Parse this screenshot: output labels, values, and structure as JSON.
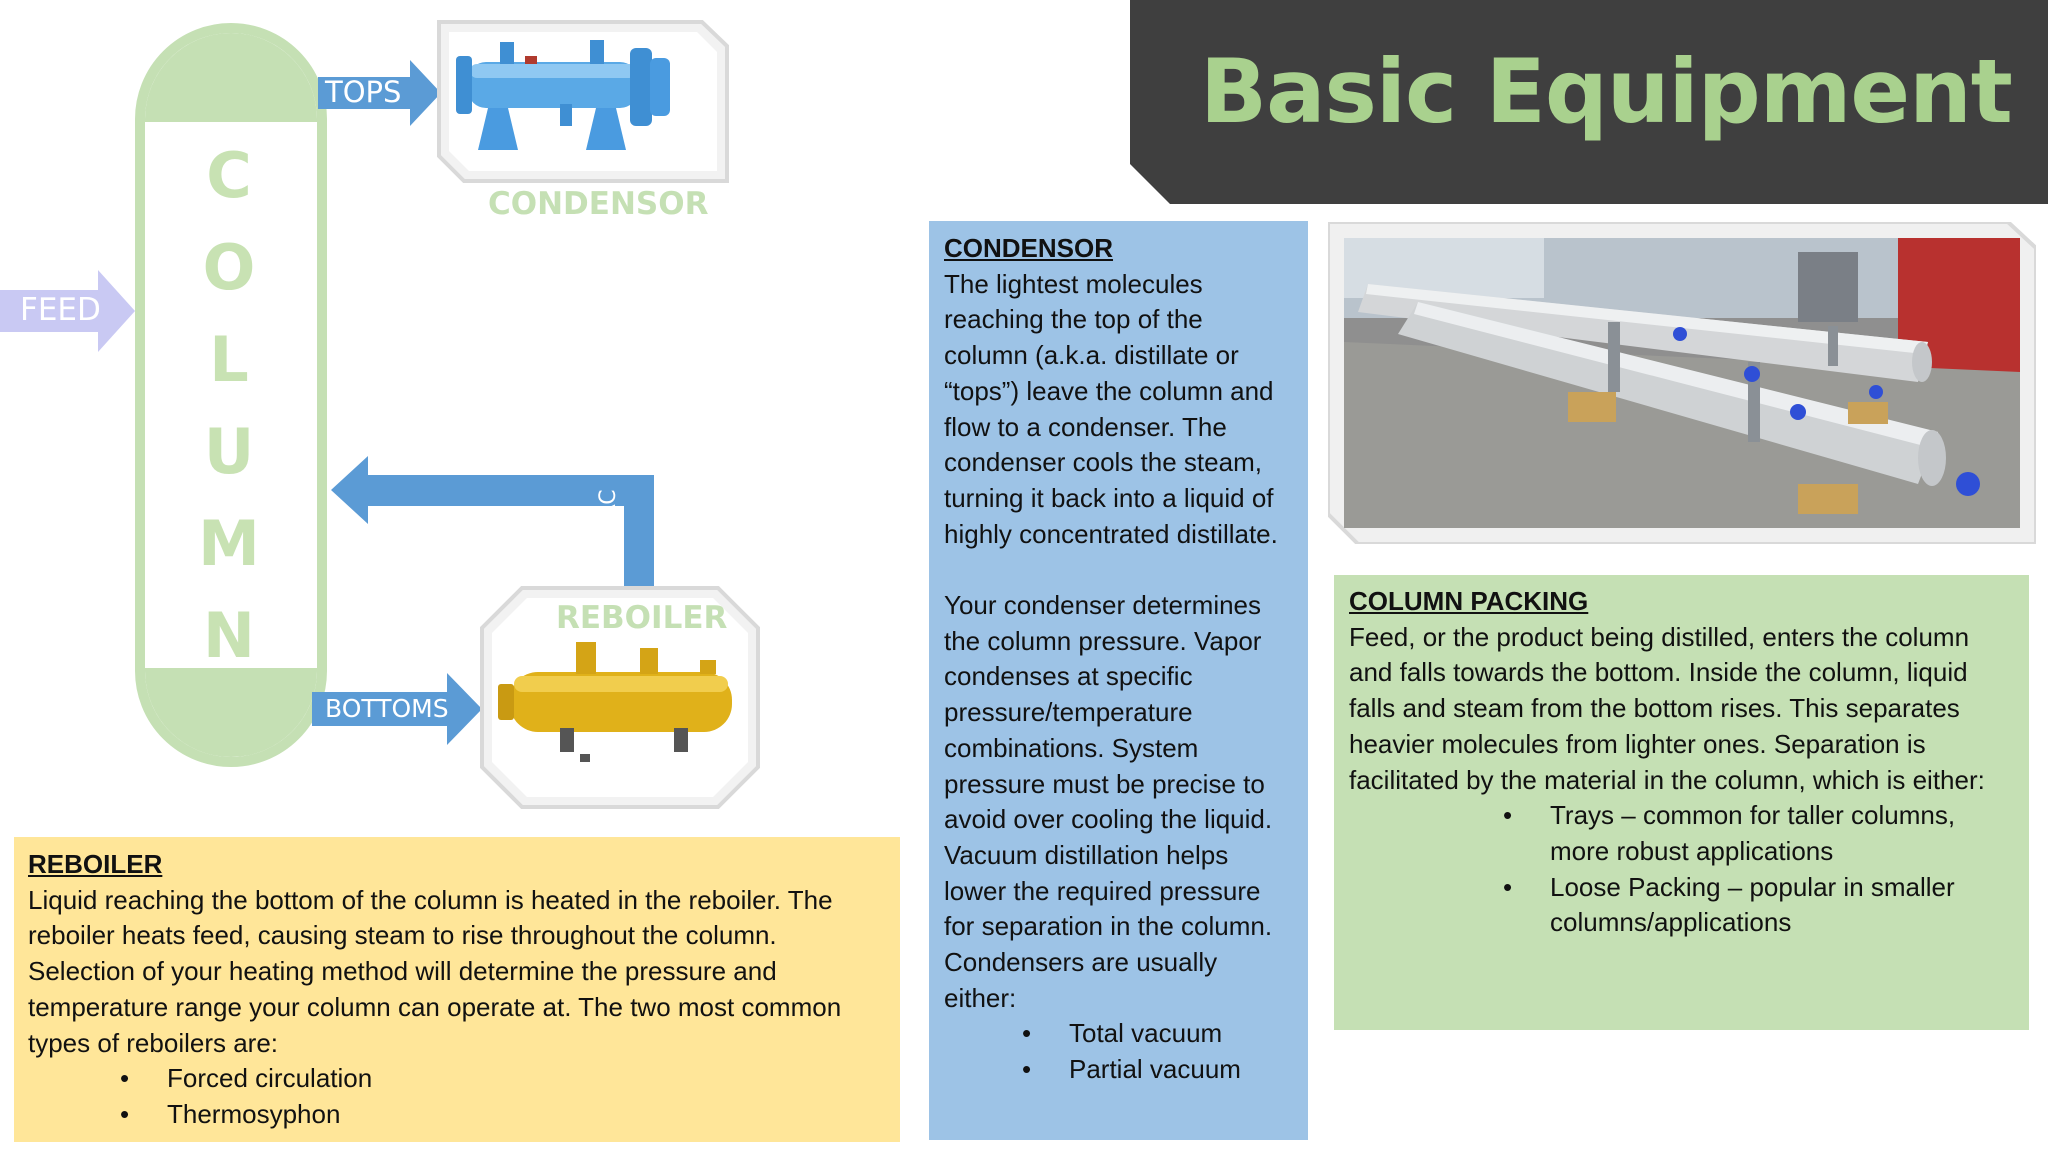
{
  "title": "Basic Equipment",
  "diagram": {
    "column_letters": [
      "C",
      "O",
      "L",
      "U",
      "M",
      "N"
    ],
    "labels": {
      "feed": "FEED",
      "tops": "TOPS",
      "condensor": "CONDENSOR",
      "recirc": "RECIRC",
      "reboiler": "REBOILER",
      "bottoms": "BOTTOMS"
    }
  },
  "reboiler_box": {
    "heading": "REBOILER",
    "body": "Liquid reaching the bottom of the column is heated in the reboiler. The reboiler heats feed, causing steam to rise throughout the column. Selection of your heating method will determine the pressure and temperature range your column can operate at. The two most common types of reboilers are:",
    "items": [
      "Forced circulation",
      "Thermosyphon"
    ]
  },
  "condensor_box": {
    "heading": "CONDENSOR",
    "paragraph1": "The lightest molecules reaching the top of the column (a.k.a. distillate or “tops”) leave the column and flow to a condenser. The condenser cools the steam, turning it back into a liquid of highly concentrated distillate.",
    "paragraph2": "Your condenser determines the column pressure. Vapor condenses at specific pressure/temperature combinations. System pressure must be precise to avoid over cooling the liquid. Vacuum distillation helps lower the required pressure for separation in the column. Condensers are usually either:",
    "items": [
      "Total vacuum",
      "Partial vacuum"
    ]
  },
  "packing_box": {
    "heading": "COLUMN PACKING",
    "body": "Feed, or the product being distilled, enters the column and falls towards the bottom. Inside the column, liquid falls and steam from the bottom rises. This separates heavier molecules from lighter ones. Separation is facilitated by the material in the column, which is either:",
    "items": [
      "Trays – common for taller columns, more robust applications",
      "Loose Packing – popular in smaller columns/applications"
    ]
  },
  "colors": {
    "banner": "#3f3f3f",
    "title_green": "#a9d18e",
    "column_green": "#c5e0b4",
    "arrow_blue": "#5b9bd5",
    "feed_lavender": "#c9c9f3",
    "reboiler_yellow": "#ffe699",
    "condensor_blue": "#9dc3e6",
    "packing_green": "#c5e0b4"
  }
}
